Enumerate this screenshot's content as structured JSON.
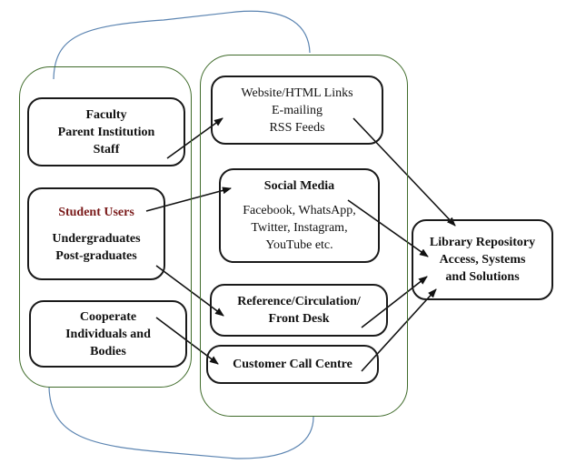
{
  "title": "Library repository access channels diagram",
  "colors": {
    "container_border": "#3f6b2a",
    "connector_curve": "#5b84b1",
    "box_border": "#1a1a1a",
    "highlight_text": "#7a1a1a"
  },
  "groups": {
    "users": {
      "faculty": [
        "Faculty",
        "Parent Institution",
        "Staff"
      ],
      "students": {
        "heading": "Student Users",
        "lines": [
          "Undergraduates",
          "Post-graduates"
        ]
      },
      "corporate": [
        "Cooperate",
        "Individuals and",
        "Bodies"
      ]
    },
    "channels": {
      "web": [
        "Website/HTML Links",
        "E-mailing",
        "RSS Feeds"
      ],
      "social": {
        "heading": "Social Media",
        "lines": [
          "Facebook, WhatsApp,",
          "Twitter, Instagram,",
          "YouTube etc."
        ]
      },
      "reference": [
        "Reference/Circulation/",
        "Front Desk"
      ],
      "callcentre": [
        "Customer Call Centre"
      ]
    },
    "target": [
      "Library Repository",
      "Access, Systems",
      "and Solutions"
    ]
  },
  "connections": [
    {
      "from": "faculty",
      "to": "web"
    },
    {
      "from": "students",
      "to": "social"
    },
    {
      "from": "students",
      "to": "reference"
    },
    {
      "from": "corporate",
      "to": "callcentre"
    },
    {
      "from": "web",
      "to": "target"
    },
    {
      "from": "social",
      "to": "target"
    },
    {
      "from": "reference",
      "to": "target"
    },
    {
      "from": "callcentre",
      "to": "target"
    }
  ]
}
